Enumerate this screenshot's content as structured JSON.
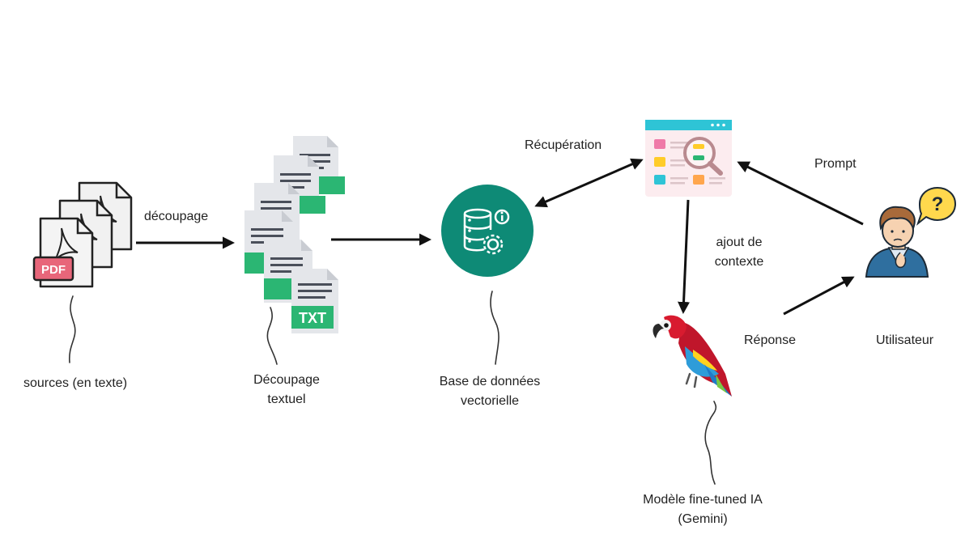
{
  "labels": {
    "sources": "sources (en texte)",
    "decoupage_edge": "découpage",
    "chunks_line1": "Découpage",
    "chunks_line2": "textuel",
    "vectordb_line1": "Base de données",
    "vectordb_line2": "vectorielle",
    "recuperation_edge": "Récupération",
    "prompt_edge": "Prompt",
    "context_line1": "ajout de",
    "context_line2": "contexte",
    "reponse_edge": "Réponse",
    "user": "Utilisateur",
    "model_line1": "Modèle fine-tuned IA",
    "model_line2": "(Gemini)"
  },
  "icons": {
    "pdf_badge": "PDF",
    "txt_badge": "TXT",
    "question_mark": "?"
  },
  "colors": {
    "db_circle": "#0e8a76",
    "txt_green": "#2bb673",
    "pdf_red": "#e8667a",
    "ui_teal": "#2ec4d6"
  }
}
